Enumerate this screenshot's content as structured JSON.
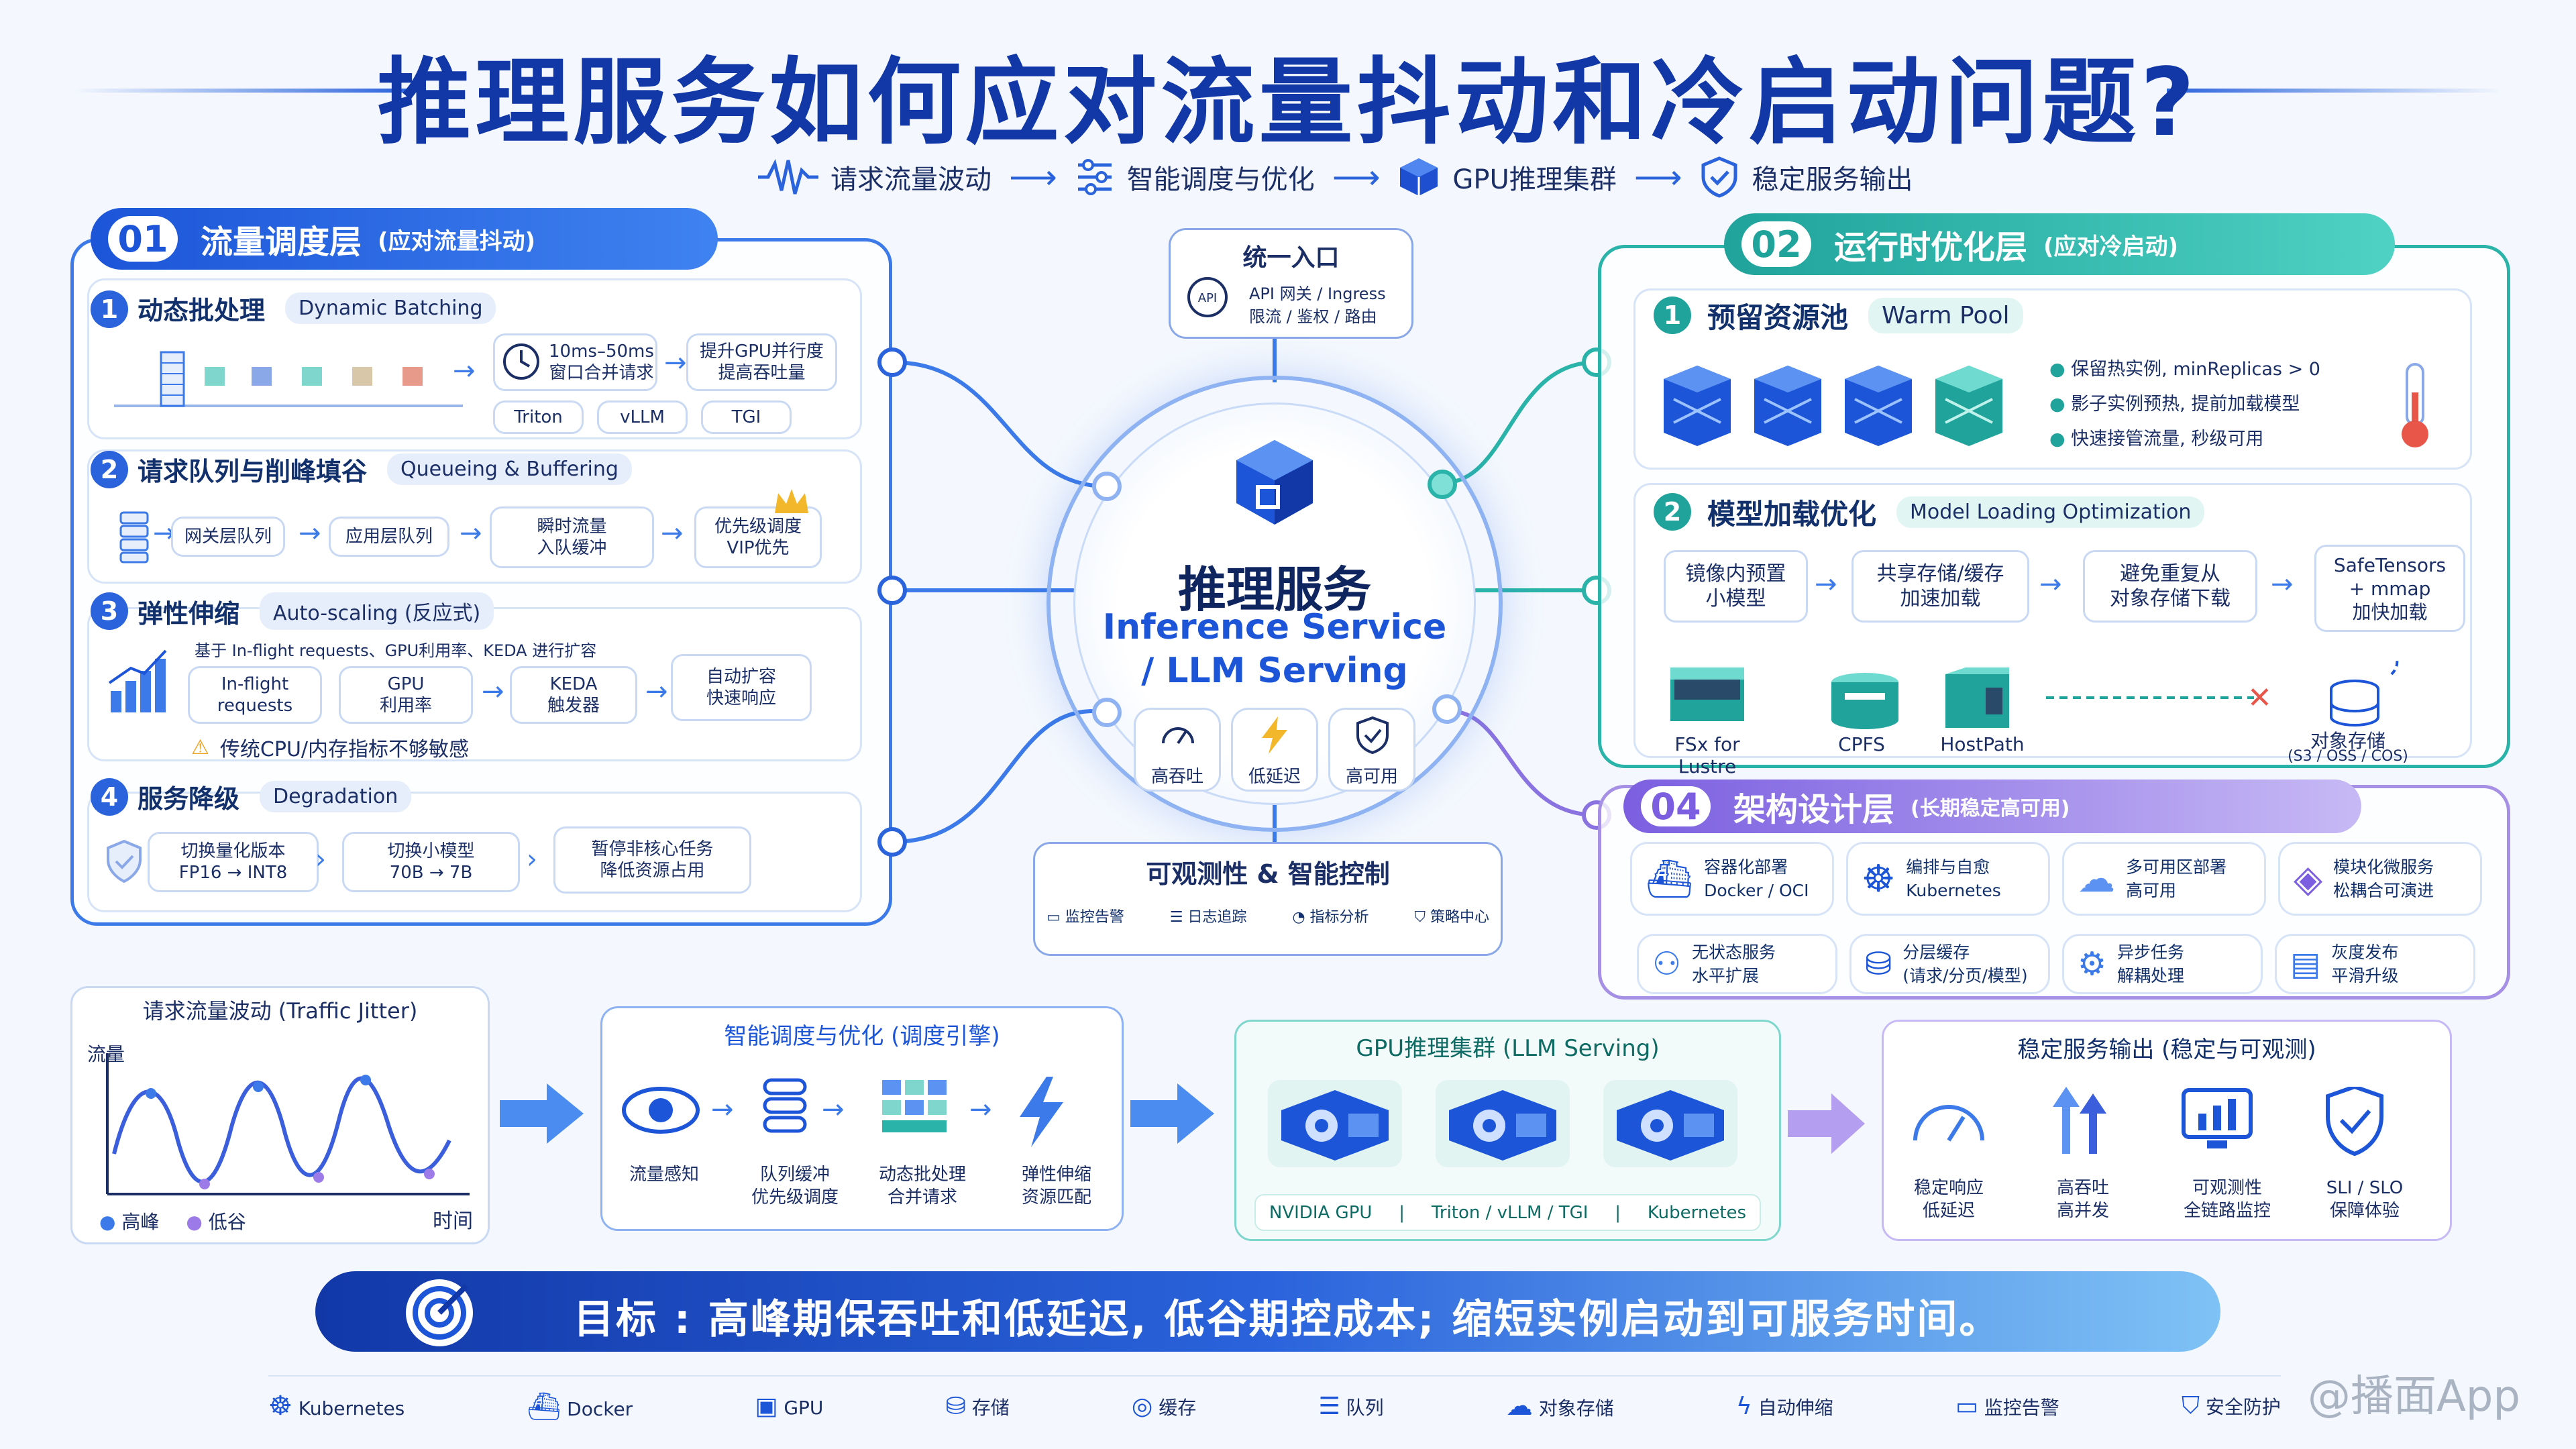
{
  "title": "推理服务如何应对流量抖动和冷启动问题?",
  "flow": [
    {
      "label": "请求流量波动",
      "icon": "waveform-icon"
    },
    {
      "label": "智能调度与优化",
      "icon": "sliders-icon"
    },
    {
      "label": "GPU推理集群",
      "icon": "cube-icon"
    },
    {
      "label": "稳定服务输出",
      "icon": "shield-check-icon"
    }
  ],
  "left": {
    "num": "01",
    "title": "流量调度层",
    "sub": "(应对流量抖动)",
    "s1": {
      "n": "1",
      "title": "动态批处理",
      "en": "Dynamic Batching",
      "win": "10ms–50ms\n窗口合并请求",
      "gpu": "提升GPU并行度\n提高吞吐量",
      "tags": [
        "Triton",
        "vLLM",
        "TGI"
      ]
    },
    "s2": {
      "n": "2",
      "title": "请求队列与削峰填谷",
      "en": "Queueing & Buffering",
      "items": [
        "网关层队列",
        "应用层队列",
        "瞬时流量\n入队缓冲",
        "优先级调度\nVIP优先"
      ]
    },
    "s3": {
      "n": "3",
      "title": "弹性伸缩",
      "en": "Auto-scaling (反应式)",
      "note": "基于 In-flight requests、GPU利用率、KEDA 进行扩容",
      "items": [
        "In-flight\nrequests",
        "GPU\n利用率",
        "KEDA\n触发器",
        "自动扩容\n快速响应"
      ],
      "warn": "传统CPU/内存指标不够敏感"
    },
    "s4": {
      "n": "4",
      "title": "服务降级",
      "en": "Degradation",
      "items": [
        "切换量化版本\nFP16 → INT8",
        "切换小模型\n70B → 7B",
        "暂停非核心任务\n降低资源占用"
      ]
    }
  },
  "center": {
    "entry_title": "统一入口",
    "entry_l1": "API 网关 / Ingress",
    "entry_l2": "限流 / 鉴权 / 路由",
    "entry_badge": "API",
    "cn": "推理服务",
    "en1": "Inference Service",
    "en2": "/ LLM Serving",
    "kpis": [
      "高吞吐",
      "低延迟",
      "高可用"
    ],
    "obs_title": "可观测性 & 智能控制",
    "obs": [
      "监控告警",
      "日志追踪",
      "指标分析",
      "策略中心"
    ]
  },
  "right": {
    "num": "02",
    "title": "运行时优化层",
    "sub": "(应对冷启动)",
    "s1": {
      "n": "1",
      "title": "预留资源池",
      "en": "Warm Pool",
      "bullets": [
        "保留热实例, minReplicas > 0",
        "影子实例预热, 提前加载模型",
        "快速接管流量, 秒级可用"
      ]
    },
    "s2": {
      "n": "2",
      "title": "模型加载优化",
      "en": "Model Loading Optimization",
      "steps": [
        "镜像内预置\n小模型",
        "共享存储/缓存\n加速加载",
        "避免重复从\n对象存储下载",
        "SafeTensors\n+ mmap\n加快加载"
      ],
      "stores": [
        "FSx for Lustre",
        "CPFS",
        "HostPath"
      ],
      "obj": "对象存储",
      "obj_sub": "(S3 / OSS / COS)"
    },
    "s4": {
      "num": "04",
      "title": "架构设计层",
      "sub": "(长期稳定高可用)",
      "row1": [
        {
          "l1": "容器化部署",
          "l2": "Docker / OCI"
        },
        {
          "l1": "编排与自愈",
          "l2": "Kubernetes"
        },
        {
          "l1": "多可用区部署",
          "l2": "高可用"
        },
        {
          "l1": "模块化微服务",
          "l2": "松耦合可演进"
        }
      ],
      "row2": [
        {
          "l1": "无状态服务",
          "l2": "水平扩展"
        },
        {
          "l1": "分层缓存",
          "l2": "(请求/分页/模型)"
        },
        {
          "l1": "异步任务",
          "l2": "解耦处理"
        },
        {
          "l1": "灰度发布",
          "l2": "平滑升级"
        }
      ]
    }
  },
  "bottom": {
    "traffic": {
      "title": "请求流量波动 (Traffic Jitter)",
      "ylabel": "流量",
      "xlabel": "时间",
      "legend": [
        "高峰",
        "低谷"
      ]
    },
    "sched": {
      "title": "智能调度与优化 (调度引擎)",
      "items": [
        "流量感知",
        "队列缓冲\n优先级调度",
        "动态批处理\n合并请求",
        "弹性伸缩\n资源匹配"
      ]
    },
    "gpu": {
      "title": "GPU推理集群 (LLM Serving)",
      "tags": [
        "NVIDIA GPU",
        "Triton / vLLM / TGI",
        "Kubernetes"
      ]
    },
    "stable": {
      "title": "稳定服务输出 (稳定与可观测)",
      "items": [
        "稳定响应\n低延迟",
        "高吞吐\n高并发",
        "可观测性\n全链路监控",
        "SLI / SLO\n保障体验"
      ]
    }
  },
  "goal": "目标 : 高峰期保吞吐和低延迟, 低谷期控成本; 缩短实例启动到可服务时间。",
  "footer": [
    "Kubernetes",
    "Docker",
    "GPU",
    "存储",
    "缓存",
    "队列",
    "对象存储",
    "自动伸缩",
    "监控告警",
    "安全防护"
  ],
  "watermark": "@播面App",
  "colors": {
    "primary": "#2a63dc",
    "title": "#1238a8",
    "teal": "#2ab3a8",
    "purple": "#8a73e0"
  }
}
